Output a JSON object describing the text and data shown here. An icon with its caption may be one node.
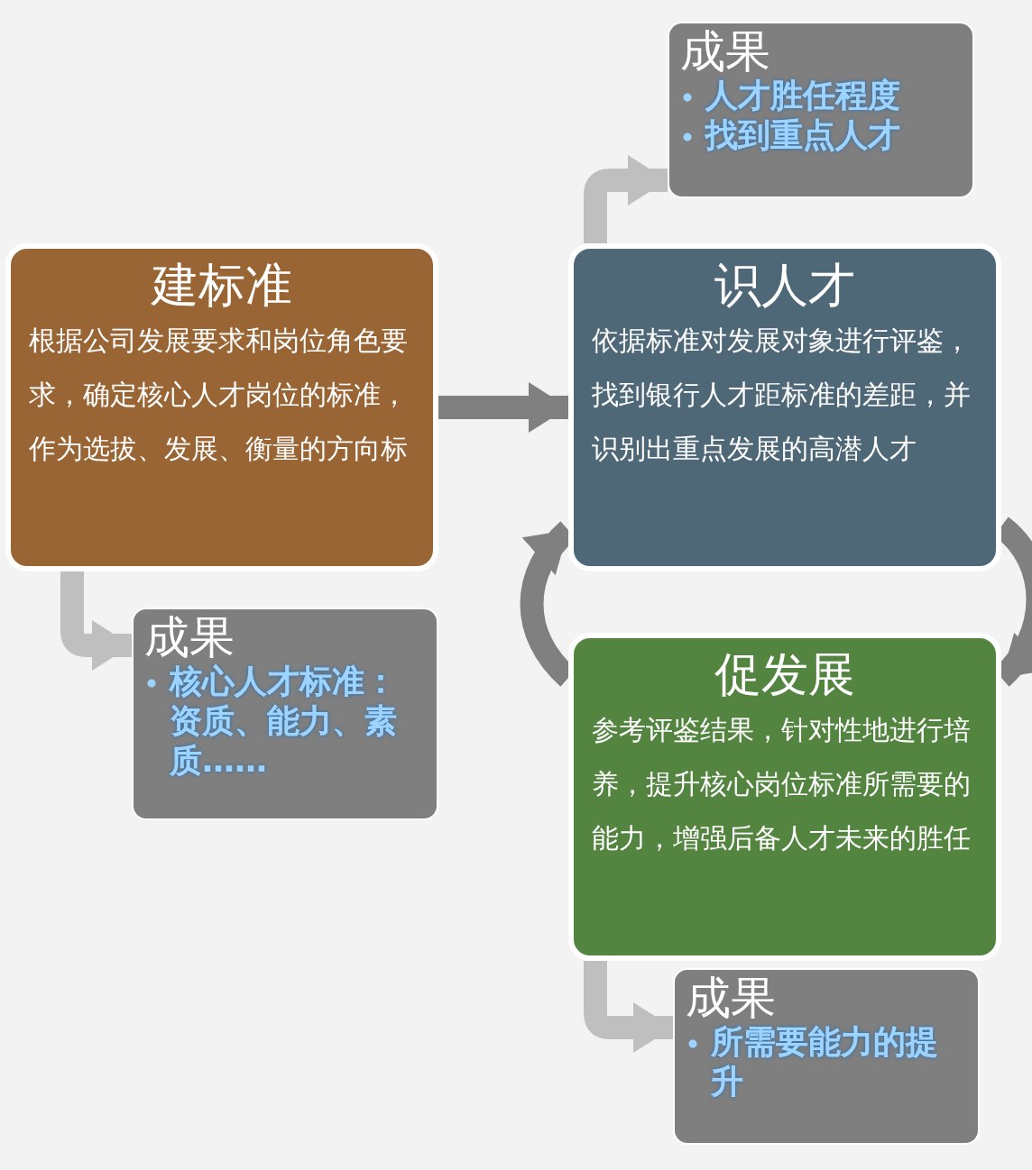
{
  "diagram": {
    "nodes": [
      {
        "text": [
          "建标准",
          "根据公司发展要求和岗位角色要求，确定核心人才岗位的标准，作为选拔、发展、衡量的方向标"
        ]
      },
      {
        "text": [
          "成果",
          "核心人才标准：资质、能力、素质……"
        ]
      },
      {
        "text": [
          "识人才",
          "依据标准对发展对象进行评鉴，找到银行人才距标准的差距，并识别出重点发展的高潜人才"
        ]
      },
      {
        "text": [
          "成果",
          "人才胜任程度",
          "找到重点人才"
        ]
      },
      {
        "text": [
          "促发展",
          "参考评鉴结果，针对性地进行培养，提升核心岗位标准所需要的能力，增强后备人才未来的胜任"
        ]
      },
      {
        "text": [
          "成果",
          "所需要能力的提升"
        ]
      }
    ],
    "edges": [
      {
        "from": 0,
        "to": 2,
        "arrow": "to"
      },
      {
        "from": 0,
        "to": 1,
        "arrow": "to",
        "color": "#bfbfbf"
      },
      {
        "from": 2,
        "to": 3,
        "arrow": "to",
        "color": "#bfbfbf"
      },
      {
        "from": 2,
        "to": 4,
        "arrow": "to"
      },
      {
        "from": 4,
        "to": 2,
        "arrow": "to"
      },
      {
        "from": 4,
        "to": 5,
        "arrow": "to",
        "color": "#bfbfbf"
      }
    ]
  }
}
